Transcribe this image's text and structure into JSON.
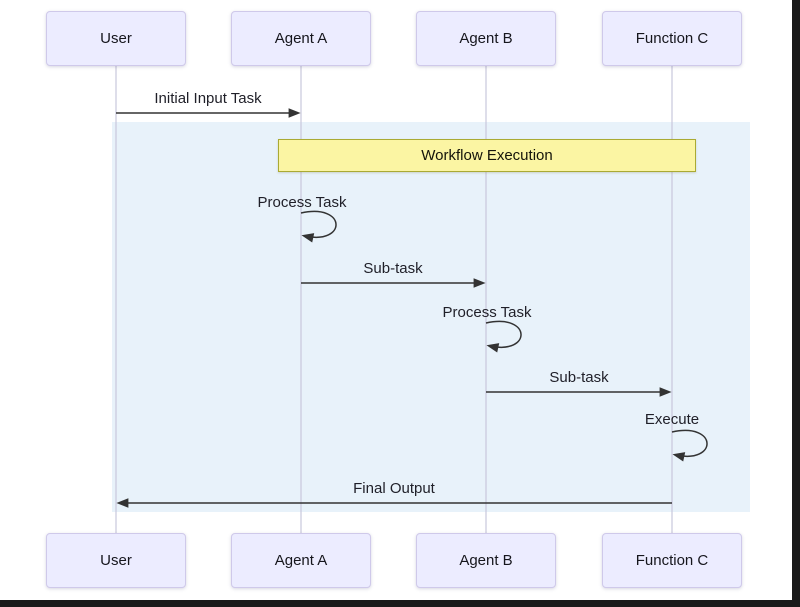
{
  "diagram": {
    "type": "sequence",
    "participants": [
      {
        "label": "User"
      },
      {
        "label": "Agent A"
      },
      {
        "label": "Agent B"
      },
      {
        "label": "Function C"
      }
    ],
    "note": {
      "label": "Workflow Execution"
    },
    "messages": [
      {
        "label": "Initial Input Task",
        "from": "User",
        "to": "Agent A",
        "kind": "solid-arrow"
      },
      {
        "label": "Process Task",
        "from": "Agent A",
        "to": "Agent A",
        "kind": "self-loop"
      },
      {
        "label": "Sub-task",
        "from": "Agent A",
        "to": "Agent B",
        "kind": "solid-arrow"
      },
      {
        "label": "Process Task",
        "from": "Agent B",
        "to": "Agent B",
        "kind": "self-loop"
      },
      {
        "label": "Sub-task",
        "from": "Agent B",
        "to": "Function C",
        "kind": "solid-arrow"
      },
      {
        "label": "Execute",
        "from": "Function C",
        "to": "Function C",
        "kind": "self-loop"
      },
      {
        "label": "Final Output",
        "from": "Function C",
        "to": "User",
        "kind": "solid-arrow"
      }
    ],
    "colors": {
      "actor_fill": "#ECECFF",
      "actor_border": "#CFC9EA",
      "note_fill": "#FBF5A3",
      "note_border": "#AAAA33",
      "highlight_fill": "#E8F2FA",
      "lifeline": "#C9C7DB",
      "arrow": "#333333",
      "text": "#1F1F28",
      "frame": "#1A1A1A"
    }
  }
}
